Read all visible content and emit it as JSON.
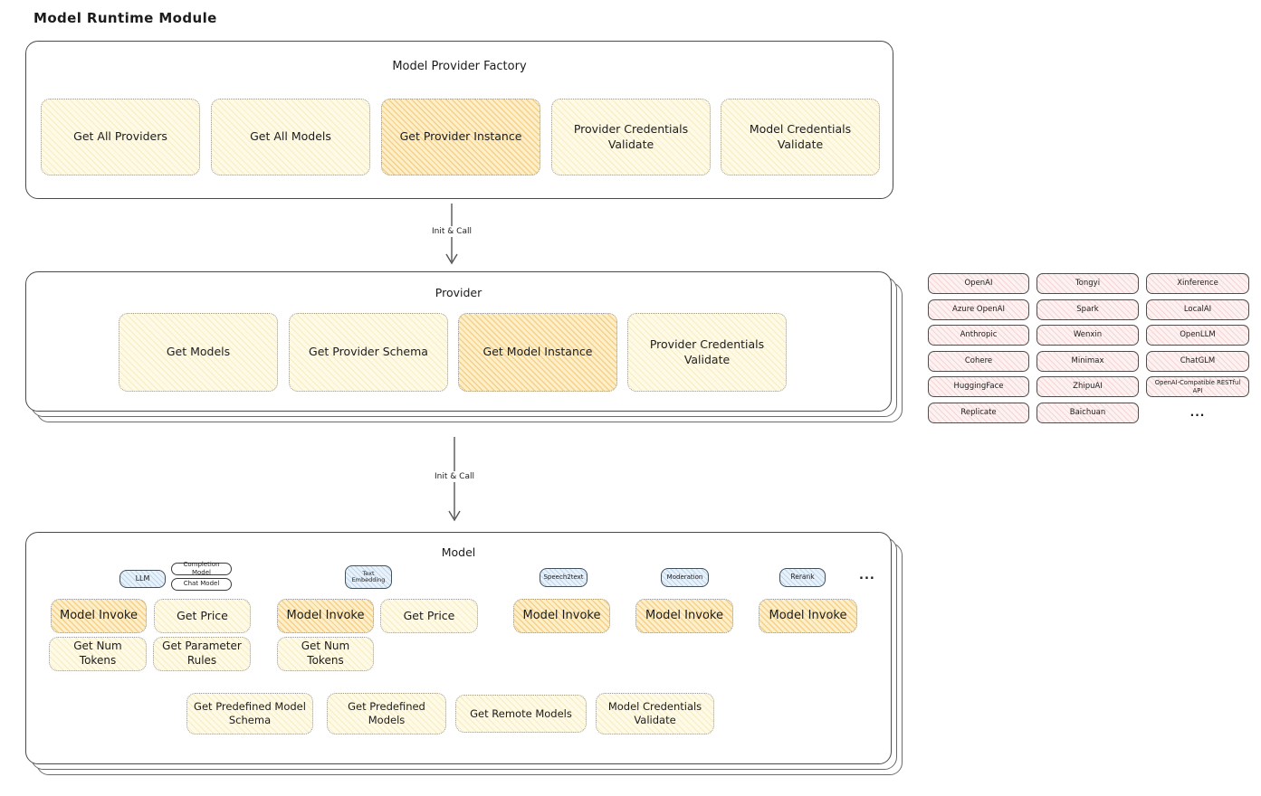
{
  "title": "Model Runtime Module",
  "factory": {
    "title": "Model Provider Factory",
    "boxes": [
      {
        "label": "Get All Providers",
        "highlighted": false
      },
      {
        "label": "Get All Models",
        "highlighted": false
      },
      {
        "label": "Get Provider Instance",
        "highlighted": true
      },
      {
        "label": "Provider Credentials Validate",
        "highlighted": false
      },
      {
        "label": "Model Credentials Validate",
        "highlighted": false
      }
    ]
  },
  "arrows": [
    {
      "label": "Init & Call"
    },
    {
      "label": "Init & Call"
    }
  ],
  "provider": {
    "title": "Provider",
    "boxes": [
      {
        "label": "Get Models",
        "highlighted": false
      },
      {
        "label": "Get Provider Schema",
        "highlighted": false
      },
      {
        "label": "Get Model Instance",
        "highlighted": true
      },
      {
        "label": "Provider Credentials Validate",
        "highlighted": false
      }
    ]
  },
  "providers_panel": {
    "items": [
      "OpenAI",
      "Tongyi",
      "Xinference",
      "Azure OpenAI",
      "Spark",
      "LocalAI",
      "Anthropic",
      "Wenxin",
      "OpenLLM",
      "Cohere",
      "Minimax",
      "ChatGLM",
      "HuggingFace",
      "ZhipuAI",
      "OpenAI-Compatible RESTful API",
      "Replicate",
      "Baichuan",
      "..."
    ]
  },
  "model": {
    "title": "Model",
    "tabs": {
      "llm": "LLM",
      "completion_model": "Completion Model",
      "chat_model": "Chat Model",
      "text_embedding": "Text Embedding",
      "speech2text": "Speech2text",
      "moderation": "Moderation",
      "rerank": "Rerank",
      "more": "..."
    },
    "boxes": [
      {
        "label": "Model Invoke",
        "highlighted": true
      },
      {
        "label": "Get Price",
        "highlighted": false
      },
      {
        "label": "Get Num Tokens",
        "highlighted": false
      },
      {
        "label": "Get Parameter Rules",
        "highlighted": false
      },
      {
        "label": "Model Invoke",
        "highlighted": true
      },
      {
        "label": "Get Price",
        "highlighted": false
      },
      {
        "label": "Get Num Tokens",
        "highlighted": false
      },
      {
        "label": "Model Invoke",
        "highlighted": true
      },
      {
        "label": "Model Invoke",
        "highlighted": true
      },
      {
        "label": "Model Invoke",
        "highlighted": true
      }
    ],
    "bottom": [
      "Get Predefined Model Schema",
      "Get Predefined Models",
      "Get Remote Models",
      "Model Credentials Validate"
    ]
  },
  "colors": {
    "function_box_fill": "#fefae6",
    "highlight_box_fill": "#fdefc9",
    "provider_chip_fill": "#fdf1f1",
    "model_type_fill": "#e9f2fa",
    "border_dark": "#4a4a4a"
  }
}
